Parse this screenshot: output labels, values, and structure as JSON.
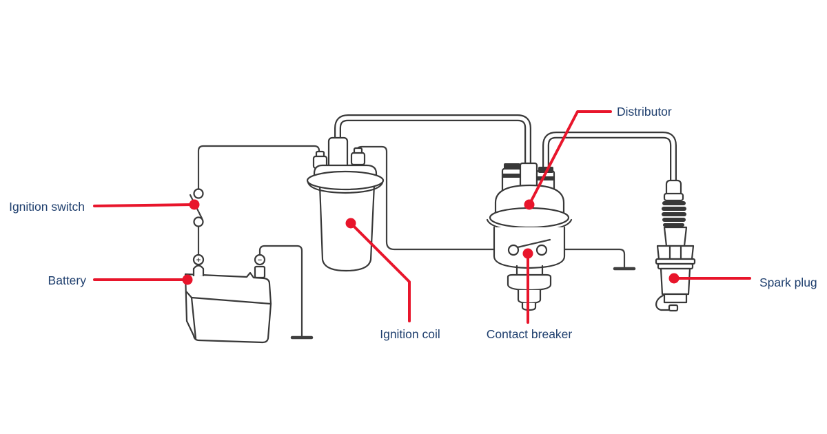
{
  "diagram": {
    "kind": "ignition system wiring diagram"
  },
  "labels": {
    "ignition_switch": "Ignition switch",
    "battery": "Battery",
    "ignition_coil": "Ignition coil",
    "contact_breaker": "Contact breaker",
    "distributor": "Distributor",
    "spark_plug": "Spark plug"
  },
  "battery_terminals": {
    "positive": "+",
    "negative": "−"
  },
  "colors": {
    "label_text": "#1f3f6e",
    "leader_red": "#e8152b",
    "line_dark": "#383838",
    "background": "#ffffff"
  }
}
